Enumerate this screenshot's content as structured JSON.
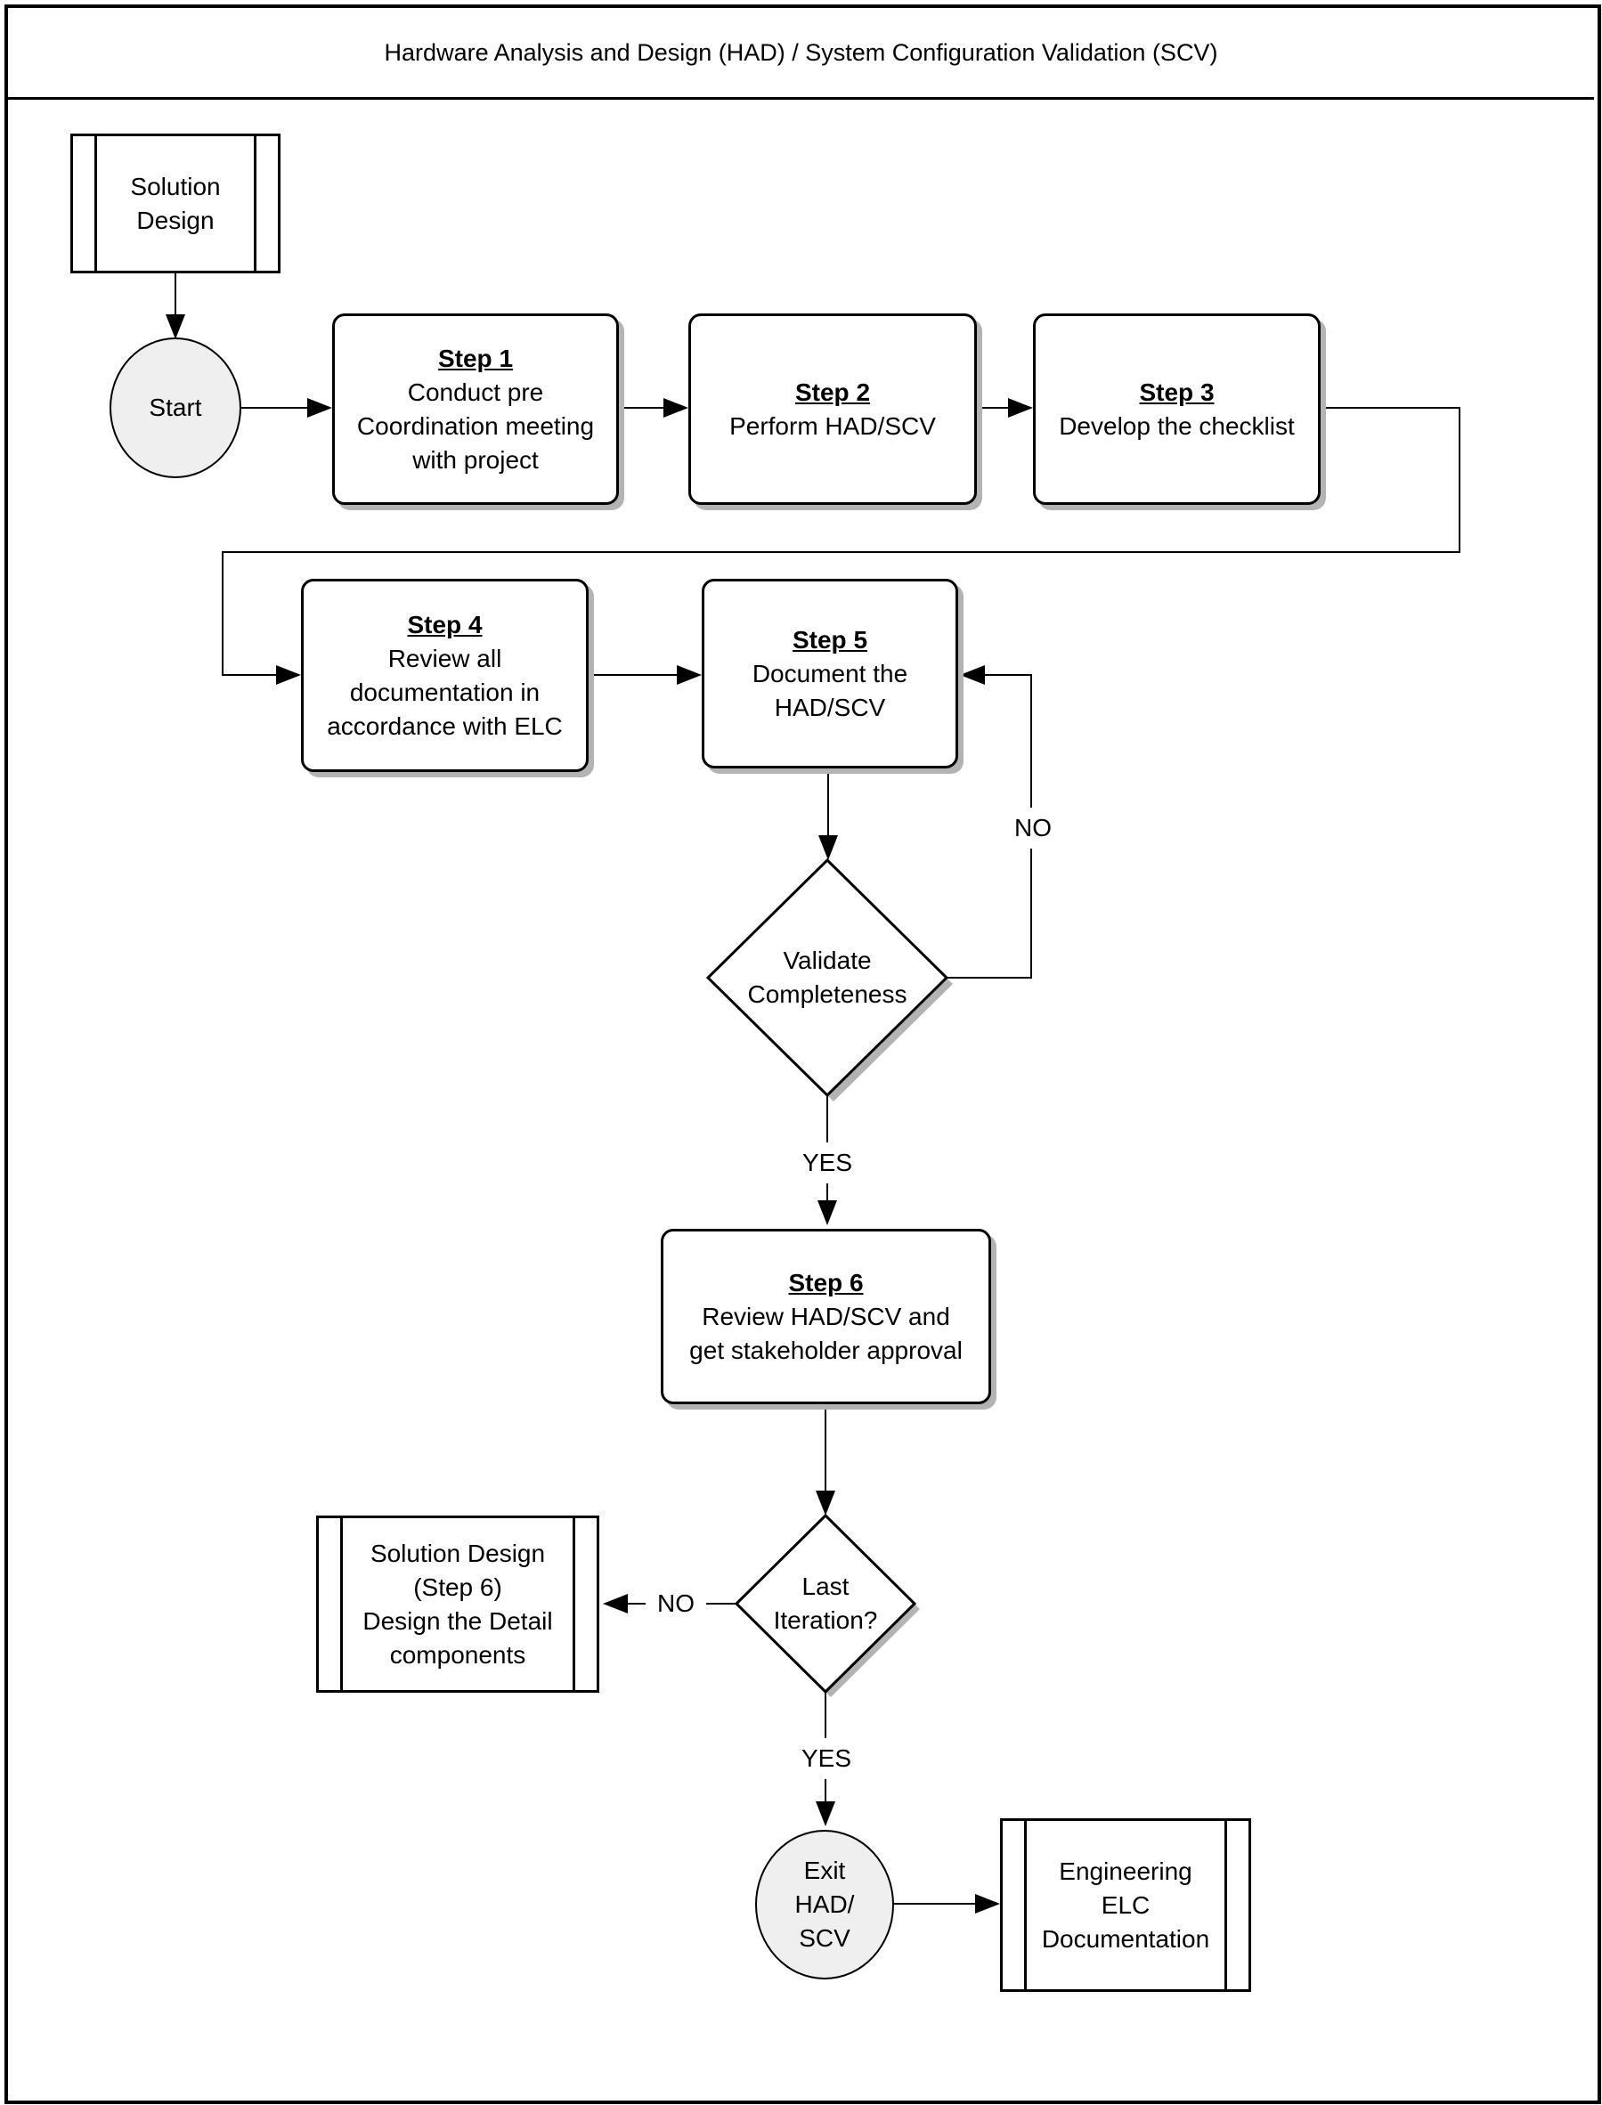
{
  "title": "Hardware Analysis and Design (HAD) / System Configuration Validation (SCV)",
  "nodes": {
    "solution_design_top": {
      "lines": [
        "Solution",
        "Design"
      ]
    },
    "start": {
      "label": "Start"
    },
    "step1": {
      "title": "Step 1",
      "lines": [
        "Conduct pre",
        "Coordination meeting",
        "with project"
      ]
    },
    "step2": {
      "title": "Step 2",
      "lines": [
        "Perform HAD/SCV"
      ]
    },
    "step3": {
      "title": "Step 3",
      "lines": [
        "Develop the checklist"
      ]
    },
    "step4": {
      "title": "Step 4",
      "lines": [
        "Review all",
        "documentation in",
        "accordance with ELC"
      ]
    },
    "step5": {
      "title": "Step 5",
      "lines": [
        "Document the",
        "HAD/SCV"
      ]
    },
    "validate_completeness": {
      "lines": [
        "Validate",
        "Completeness"
      ]
    },
    "step6": {
      "title": "Step 6",
      "lines": [
        "Review HAD/SCV and",
        "get stakeholder approval"
      ]
    },
    "last_iteration": {
      "lines": [
        "Last",
        "Iteration?"
      ]
    },
    "solution_design_step6": {
      "lines": [
        "Solution Design",
        "(Step 6)",
        "Design the Detail",
        "components"
      ]
    },
    "exit_had_scv": {
      "lines": [
        "Exit",
        "HAD/",
        "SCV"
      ]
    },
    "engineering_elc": {
      "lines": [
        "Engineering",
        "ELC",
        "Documentation"
      ]
    }
  },
  "edge_labels": {
    "validate_no": "NO",
    "validate_yes": "YES",
    "iteration_no": "NO",
    "iteration_yes": "YES"
  },
  "colors": {
    "line": "#000000",
    "shadow": "#b3b3b3",
    "terminator_fill": "#efefef",
    "background": "#ffffff"
  }
}
